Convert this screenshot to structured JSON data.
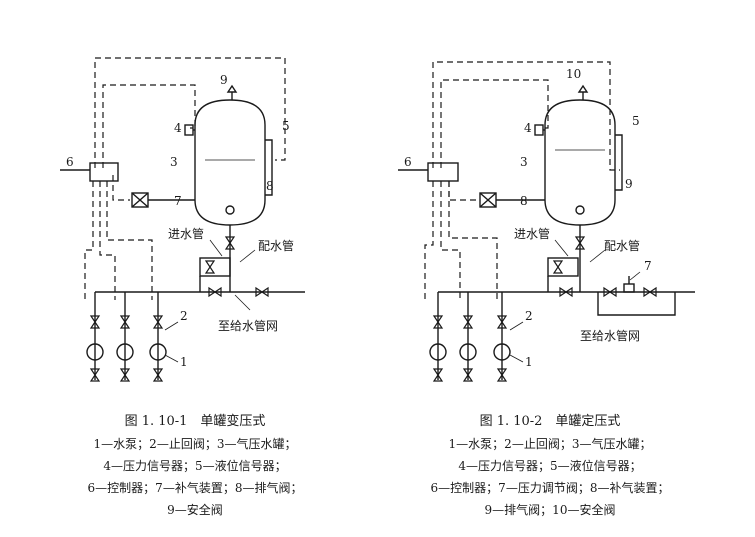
{
  "figure_left": {
    "labels": {
      "n1": "1",
      "n2": "2",
      "n3": "3",
      "n4": "4",
      "n5": "5",
      "n6": "6",
      "n7": "7",
      "n8": "8",
      "n9": "9"
    },
    "inlet_label": "进水管",
    "outlet_label": "配水管",
    "network_label": "至给水管网",
    "caption_title": "图 1. 10-1　单罐变压式",
    "legend_lines": [
      "1—水泵；2—止回阀；3—气压水罐；",
      "4—压力信号器；5—液位信号器；",
      "6—控制器；7—补气装置；8—排气阀；",
      "9—安全阀"
    ]
  },
  "figure_right": {
    "labels": {
      "n1": "1",
      "n2": "2",
      "n3": "3",
      "n4": "4",
      "n5": "5",
      "n6": "6",
      "n7": "7",
      "n8": "8",
      "n9": "9",
      "n10": "10"
    },
    "inlet_label": "进水管",
    "outlet_label": "配水管",
    "network_label": "至给水管网",
    "caption_title": "图 1. 10-2　单罐定压式",
    "legend_lines": [
      "1—水泵；2—止回阀；3—气压水罐；",
      "4—压力信号器；5—液位信号器；",
      "6—控制器；7—压力调节阀；8—补气装置；",
      "9—排气阀；10—安全阀"
    ]
  }
}
